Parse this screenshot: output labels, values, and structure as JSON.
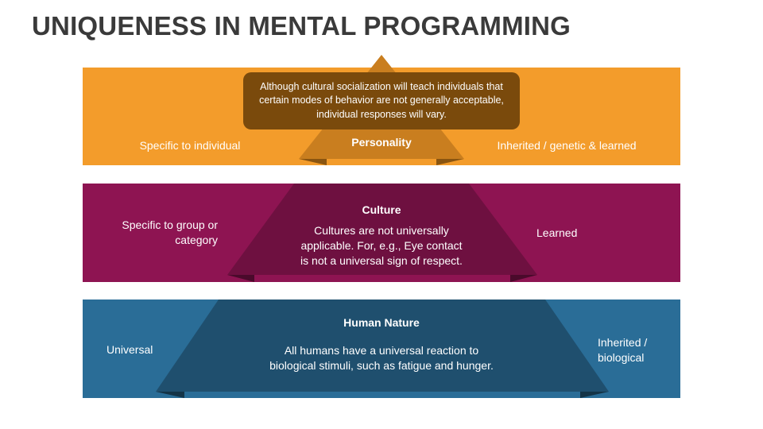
{
  "title": "UNIQUENESS IN MENTAL PROGRAMMING",
  "colors": {
    "orange": "#F39C2B",
    "orange_dark": "#C97E1F",
    "orange_shadow": "#8A5510",
    "magenta": "#8E1452",
    "magenta_dark": "#6E1040",
    "magenta_shadow": "#4A0A2B",
    "blue": "#2A6D97",
    "blue_dark": "#1F4F6E",
    "blue_shadow": "#143447",
    "callout": "#7A4A0C"
  },
  "levels": [
    {
      "name": "Personality",
      "left_label": "Specific to individual",
      "right_label": "Inherited / genetic & learned",
      "description": "Although cultural socialization will teach individuals that certain modes of behavior are not generally acceptable, individual responses will vary."
    },
    {
      "name": "Culture",
      "left_label": "Specific to group or category",
      "right_label": "Learned",
      "description": "Cultures are not universally applicable. For, e.g., Eye contact is not a universal sign of respect."
    },
    {
      "name": "Human Nature",
      "left_label": "Universal",
      "right_label": "Inherited / biological",
      "description": "All humans have a universal reaction to biological stimuli, such as fatigue and hunger."
    }
  ]
}
